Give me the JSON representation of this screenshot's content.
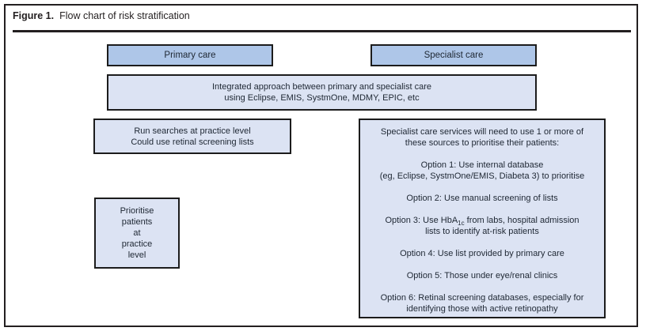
{
  "figure_header": {
    "label": "Figure 1.",
    "title": "Flow chart of risk stratification"
  },
  "colors": {
    "top_box_fill": "#aec6e8",
    "light_box_fill": "#dce3f3",
    "box_border": "#1c1c1c",
    "frame_border": "#231f20",
    "text": "#1e2733"
  },
  "flow": {
    "primary_care_label": "Primary care",
    "specialist_care_label": "Specialist care",
    "integrated": {
      "line1": "Integrated approach between primary and specialist care",
      "line2": "using Eclipse, EMIS, SystmOne, MDMY, EPIC, etc"
    },
    "run_searches": {
      "line1": "Run searches at practice level",
      "line2": "Could use retinal screening lists"
    },
    "prioritise": {
      "line1": "Prioritise",
      "line2": "patients",
      "line3": "at",
      "line4": "practice",
      "line5": "level"
    },
    "specialist_sources": {
      "intro1": "Specialist care services will need to use 1 or more of",
      "intro2": "these sources to prioritise their patients:",
      "option1_line1": "Option 1: Use internal database",
      "option1_line2": "(eg, Eclipse, SystmOne/EMIS, Diabeta 3) to prioritise",
      "option2": "Option 2: Use manual screening of lists",
      "option3_pre": "Option 3: Use HbA",
      "option3_sub": "1c",
      "option3_post": " from labs, hospital admission",
      "option3_line2": "lists to identify at-risk patients",
      "option4": "Option 4: Use list provided by primary care",
      "option5": "Option 5: Those under eye/renal clinics",
      "option6_line1": "Option 6: Retinal screening databases, especially for",
      "option6_line2": "identifying those with active retinopathy"
    }
  }
}
